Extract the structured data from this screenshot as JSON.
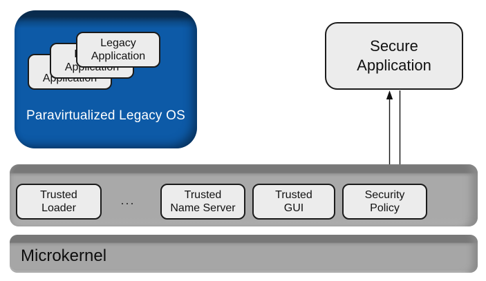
{
  "legacy_os": {
    "label": "Paravirtualized Legacy OS",
    "apps": [
      {
        "line1": "Legacy",
        "line2": "Application"
      },
      {
        "line1": "Legacy",
        "line2": "Application"
      },
      {
        "line1": "Legacy",
        "line2": "Application"
      }
    ]
  },
  "secure_app": {
    "line1": "Secure",
    "line2": "Application"
  },
  "services": {
    "ellipsis": "...",
    "items": [
      {
        "line1": "Trusted",
        "line2": "Loader"
      },
      {
        "line1": "Trusted",
        "line2": "Name Server"
      },
      {
        "line1": "Trusted",
        "line2": "GUI"
      },
      {
        "line1": "Security",
        "line2": "Policy"
      }
    ]
  },
  "microkernel": {
    "label": "Microkernel"
  },
  "colors": {
    "legacy_os_fill": "#0d5aa7",
    "legacy_os_bevel": "#0a2c4e",
    "bar_fill": "#a9a9a9",
    "bar_bevel": "#787878",
    "card_fill": "#ececec",
    "outline": "#1a1a1a",
    "arrow": "#111111",
    "label_on_blue": "#ffffff"
  }
}
